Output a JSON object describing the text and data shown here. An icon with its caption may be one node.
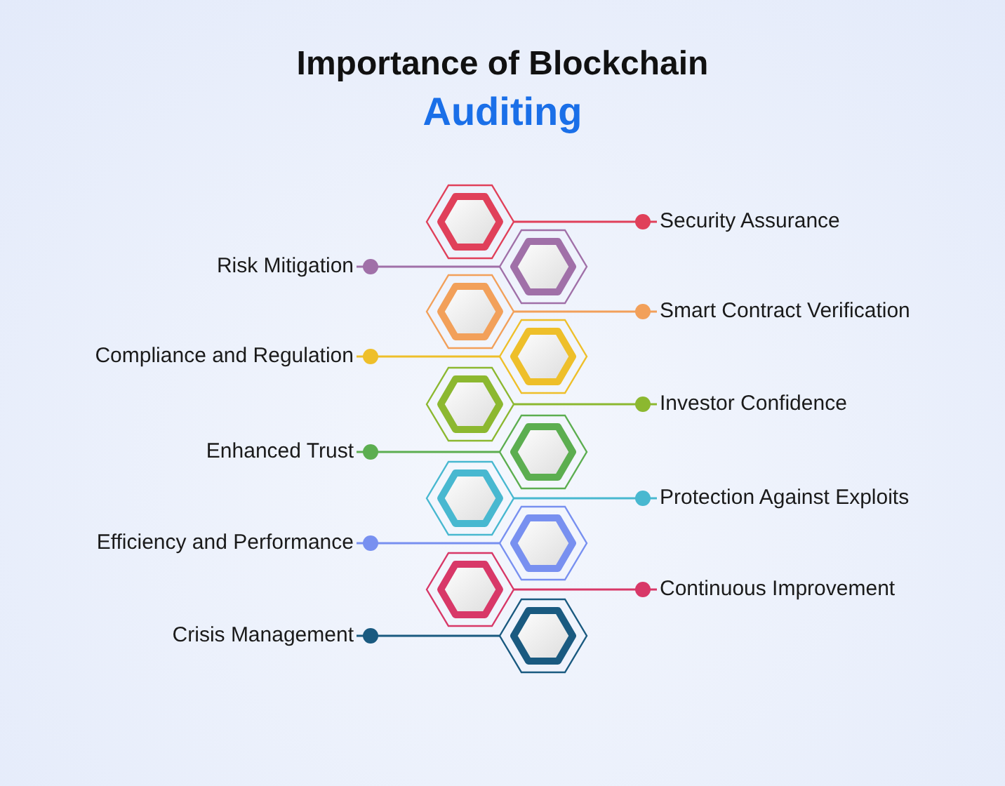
{
  "diagram": {
    "title": "Importance of Blockchain Auditing",
    "nodes": [
      {
        "text": [
          "Security Assurance"
        ]
      },
      {
        "text": [
          "Risk Mitigation"
        ]
      },
      {
        "text": [
          "Smart Contract Verification"
        ]
      },
      {
        "text": [
          "Compliance and Regulation"
        ]
      },
      {
        "text": [
          "Investor Confidence"
        ]
      },
      {
        "text": [
          "Enhanced Trust"
        ]
      },
      {
        "text": [
          "Protection Against Exploits"
        ]
      },
      {
        "text": [
          "Efficiency and Performance"
        ]
      },
      {
        "text": [
          "Continuous Improvement"
        ]
      },
      {
        "text": [
          "Crisis Management"
        ]
      },
      {
        "text": [],
        "shape": "hexagon"
      },
      {
        "text": [],
        "shape": "hexagon"
      },
      {
        "text": [],
        "shape": "hexagon"
      },
      {
        "text": [],
        "shape": "hexagon"
      },
      {
        "text": [],
        "shape": "hexagon"
      },
      {
        "text": [],
        "shape": "hexagon"
      },
      {
        "text": [],
        "shape": "hexagon"
      },
      {
        "text": [],
        "shape": "hexagon"
      },
      {
        "text": [],
        "shape": "hexagon"
      },
      {
        "text": [],
        "shape": "hexagon"
      }
    ],
    "edges": [
      {
        "from": 0,
        "to": 10,
        "arrow": "other",
        "color": "#e0405a"
      },
      {
        "from": 1,
        "to": 11,
        "arrow": "other",
        "color": "#a070a8"
      },
      {
        "from": 2,
        "to": 12,
        "arrow": "other",
        "color": "#f2a05a"
      },
      {
        "from": 3,
        "to": 13,
        "arrow": "other",
        "color": "#eebf2a"
      },
      {
        "from": 4,
        "to": 14,
        "arrow": "other",
        "color": "#8cb830"
      },
      {
        "from": 5,
        "to": 15,
        "arrow": "other",
        "color": "#5cae50"
      },
      {
        "from": 6,
        "to": 16,
        "arrow": "other",
        "color": "#48b8d0"
      },
      {
        "from": 7,
        "to": 17,
        "arrow": "other",
        "color": "#7890f0"
      },
      {
        "from": 8,
        "to": 18,
        "arrow": "other",
        "color": "#d83868"
      },
      {
        "from": 9,
        "to": 19,
        "arrow": "other",
        "color": "#1a5a80"
      }
    ]
  }
}
